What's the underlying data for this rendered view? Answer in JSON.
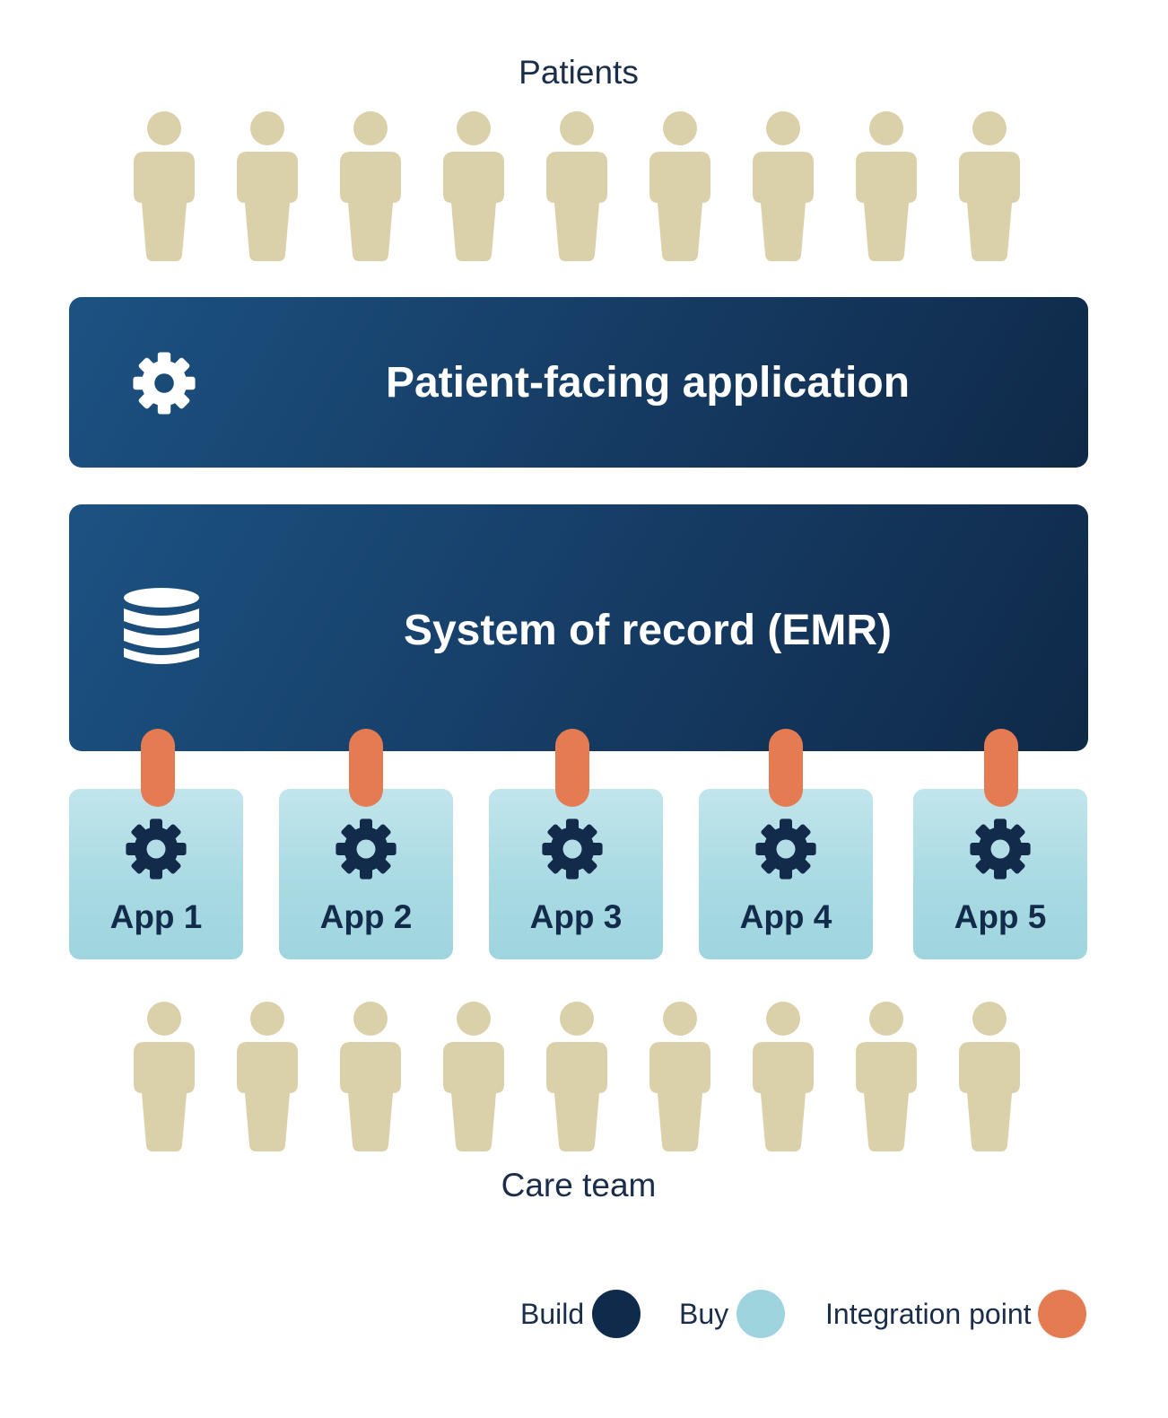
{
  "labels": {
    "patients": "Patients",
    "care_team": "Care team"
  },
  "layers": {
    "patient_app": {
      "title": "Patient-facing application",
      "icon": "gear-icon"
    },
    "emr": {
      "title": "System of record (EMR)",
      "icon": "database-icon"
    }
  },
  "apps": [
    {
      "label": "App 1",
      "icon": "gear-icon"
    },
    {
      "label": "App 2",
      "icon": "gear-icon"
    },
    {
      "label": "App 3",
      "icon": "gear-icon"
    },
    {
      "label": "App 4",
      "icon": "gear-icon"
    },
    {
      "label": "App 5",
      "icon": "gear-icon"
    }
  ],
  "legend": {
    "build": {
      "label": "Build",
      "color": "#0f2a4a"
    },
    "buy": {
      "label": "Buy",
      "color": "#9dd4de"
    },
    "integration": {
      "label": "Integration point",
      "color": "#e57b52"
    }
  },
  "colors": {
    "person": "#dad0a9",
    "layer_dark": "#163d66",
    "app_fill": "#a9dae3",
    "connector": "#e57b52",
    "text_dark": "#1a2d4a"
  }
}
